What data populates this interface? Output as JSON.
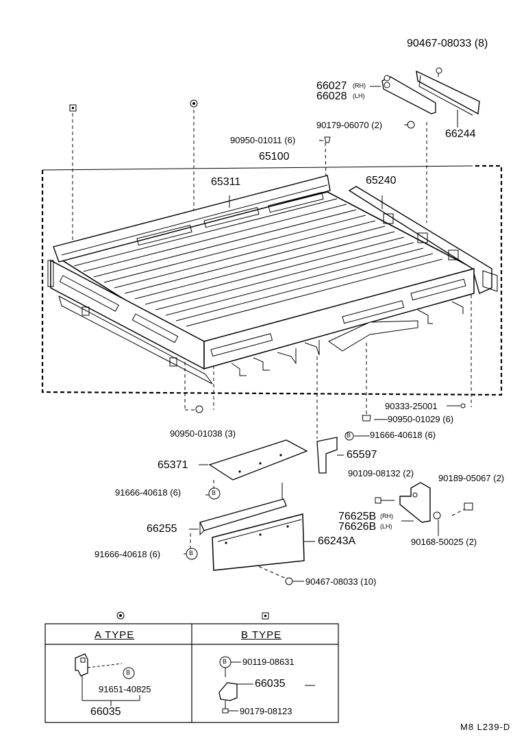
{
  "labels": {
    "p90467a": "90467-08033 (8)",
    "p66027": "66027",
    "p66027_side": "(RH)",
    "p66028": "66028",
    "p66028_side": "(LH)",
    "p66244": "66244",
    "p90179": "90179-06070 (2)",
    "p90950a": "90950-01011 (6)",
    "p65100": "65100",
    "p65311": "65311",
    "p65240": "65240",
    "p90333": "90333-25001",
    "p90950b": "90950-01029 (6)",
    "p90950c": "90950-01038 (3)",
    "p91666a": "91666-40618 (6)",
    "p65597": "65597",
    "p65371": "65371",
    "p91666b": "91666-40618 (6)",
    "p90109": "90109-08132 (2)",
    "p90189": "90189-05067 (2)",
    "p76625": "76625B",
    "p76625_side": "(RH)",
    "p76626": "76626B",
    "p76626_side": "(LH)",
    "p66255": "66255",
    "p66243": "66243A",
    "p91666c": "91666-40618 (6)",
    "p90168": "90168-50025 (2)",
    "p90467b": "90467-08033 (10)"
  },
  "types": {
    "a_title": "A TYPE",
    "b_title": "B TYPE",
    "a_p91651": "91651-40825",
    "a_p66035": "66035",
    "b_p90119": "90119-08631",
    "b_p66035": "66035",
    "b_p90179": "90179-08123",
    "badge_b": "B"
  },
  "footer": {
    "code": "M8  L239-D"
  }
}
